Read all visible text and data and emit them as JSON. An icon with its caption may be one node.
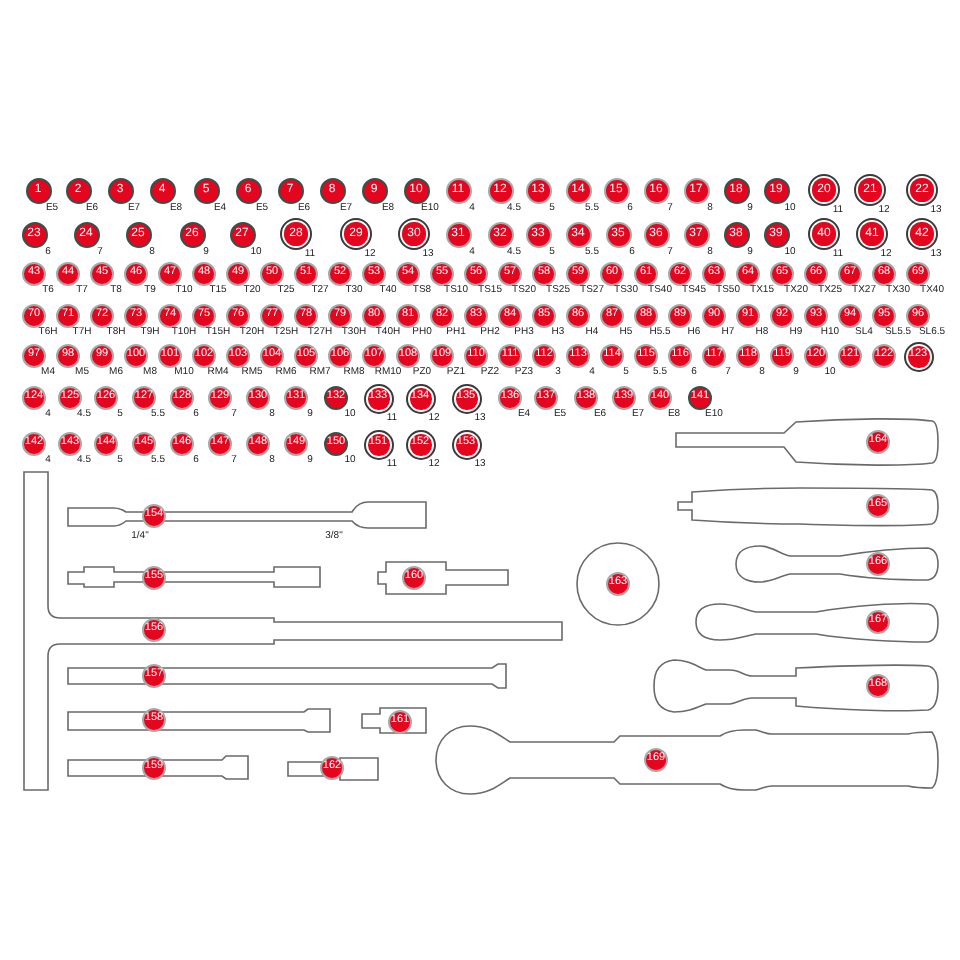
{
  "diagram": {
    "nodes": [
      {
        "text": [
          "1"
        ]
      },
      {
        "text": [
          "2"
        ]
      },
      {
        "text": [
          "3"
        ]
      },
      {
        "text": [
          "4"
        ]
      },
      {
        "text": [
          "5"
        ]
      },
      {
        "text": [
          "6"
        ]
      },
      {
        "text": [
          "7"
        ]
      },
      {
        "text": [
          "8"
        ]
      },
      {
        "text": [
          "9"
        ]
      },
      {
        "text": [
          "10"
        ]
      },
      {
        "text": [
          "11"
        ]
      },
      {
        "text": [
          "12"
        ]
      },
      {
        "text": [
          "13"
        ]
      },
      {
        "text": [
          "14"
        ]
      },
      {
        "text": [
          "15"
        ]
      },
      {
        "text": [
          "16"
        ]
      },
      {
        "text": [
          "17"
        ]
      },
      {
        "text": [
          "18"
        ]
      },
      {
        "text": [
          "19"
        ]
      },
      {
        "text": [
          "20"
        ]
      },
      {
        "text": [
          "21"
        ]
      },
      {
        "text": [
          "22"
        ]
      },
      {
        "text": [
          "23"
        ]
      },
      {
        "text": [
          "24"
        ]
      },
      {
        "text": [
          "25"
        ]
      },
      {
        "text": [
          "26"
        ]
      },
      {
        "text": [
          "27"
        ]
      },
      {
        "text": [
          "28"
        ]
      },
      {
        "text": [
          "29"
        ]
      },
      {
        "text": [
          "30"
        ]
      },
      {
        "text": [
          "31"
        ]
      },
      {
        "text": [
          "32"
        ]
      },
      {
        "text": [
          "33"
        ]
      },
      {
        "text": [
          "34"
        ]
      },
      {
        "text": [
          "35"
        ]
      },
      {
        "text": [
          "36"
        ]
      },
      {
        "text": [
          "37"
        ]
      },
      {
        "text": [
          "38"
        ]
      },
      {
        "text": [
          "39"
        ]
      },
      {
        "text": [
          "40"
        ]
      },
      {
        "text": [
          "41"
        ]
      },
      {
        "text": [
          "42"
        ]
      },
      {
        "text": [
          "43"
        ]
      },
      {
        "text": [
          "44"
        ]
      },
      {
        "text": [
          "45"
        ]
      },
      {
        "text": [
          "46"
        ]
      },
      {
        "text": [
          "47"
        ]
      },
      {
        "text": [
          "48"
        ]
      },
      {
        "text": [
          "49"
        ]
      },
      {
        "text": [
          "50"
        ]
      },
      {
        "text": [
          "51"
        ]
      },
      {
        "text": [
          "52"
        ]
      },
      {
        "text": [
          "53"
        ]
      },
      {
        "text": [
          "54"
        ]
      },
      {
        "text": [
          "55"
        ]
      },
      {
        "text": [
          "56"
        ]
      },
      {
        "text": [
          "57"
        ]
      },
      {
        "text": [
          "58"
        ]
      },
      {
        "text": [
          "59"
        ]
      },
      {
        "text": [
          "60"
        ]
      },
      {
        "text": [
          "61"
        ]
      },
      {
        "text": [
          "62"
        ]
      },
      {
        "text": [
          "63"
        ]
      },
      {
        "text": [
          "64"
        ]
      },
      {
        "text": [
          "65"
        ]
      },
      {
        "text": [
          "66"
        ]
      },
      {
        "text": [
          "67"
        ]
      },
      {
        "text": [
          "68"
        ]
      },
      {
        "text": [
          "69"
        ]
      },
      {
        "text": [
          "70"
        ]
      },
      {
        "text": [
          "71"
        ]
      },
      {
        "text": [
          "72"
        ]
      },
      {
        "text": [
          "73"
        ]
      },
      {
        "text": [
          "74"
        ]
      },
      {
        "text": [
          "75"
        ]
      },
      {
        "text": [
          "76"
        ]
      },
      {
        "text": [
          "77"
        ]
      },
      {
        "text": [
          "78"
        ]
      },
      {
        "text": [
          "79"
        ]
      },
      {
        "text": [
          "80"
        ]
      },
      {
        "text": [
          "81"
        ]
      },
      {
        "text": [
          "82"
        ]
      },
      {
        "text": [
          "83"
        ]
      },
      {
        "text": [
          "84"
        ]
      },
      {
        "text": [
          "85"
        ]
      },
      {
        "text": [
          "86"
        ]
      },
      {
        "text": [
          "87"
        ]
      },
      {
        "text": [
          "88"
        ]
      },
      {
        "text": [
          "89"
        ]
      },
      {
        "text": [
          "90"
        ]
      },
      {
        "text": [
          "91"
        ]
      },
      {
        "text": [
          "92"
        ]
      },
      {
        "text": [
          "93"
        ]
      },
      {
        "text": [
          "94"
        ]
      },
      {
        "text": [
          "95"
        ]
      },
      {
        "text": [
          "96"
        ]
      },
      {
        "text": [
          "97"
        ]
      },
      {
        "text": [
          "98"
        ]
      },
      {
        "text": [
          "99"
        ]
      },
      {
        "text": [
          "100"
        ]
      },
      {
        "text": [
          "101"
        ]
      },
      {
        "text": [
          "102"
        ]
      },
      {
        "text": [
          "103"
        ]
      },
      {
        "text": [
          "104"
        ]
      },
      {
        "text": [
          "105"
        ]
      },
      {
        "text": [
          "106"
        ]
      },
      {
        "text": [
          "107"
        ]
      },
      {
        "text": [
          "108"
        ]
      },
      {
        "text": [
          "109"
        ]
      },
      {
        "text": [
          "110"
        ]
      },
      {
        "text": [
          "111"
        ]
      },
      {
        "text": [
          "112"
        ]
      },
      {
        "text": [
          "113"
        ]
      },
      {
        "text": [
          "114"
        ]
      },
      {
        "text": [
          "115"
        ]
      },
      {
        "text": [
          "116"
        ]
      },
      {
        "text": [
          "117"
        ]
      },
      {
        "text": [
          "118"
        ]
      },
      {
        "text": [
          "119"
        ]
      },
      {
        "text": [
          "120"
        ]
      },
      {
        "text": [
          "121"
        ]
      },
      {
        "text": [
          "122"
        ]
      },
      {
        "text": [
          "123"
        ]
      },
      {
        "text": [
          "124"
        ]
      },
      {
        "text": [
          "125"
        ]
      },
      {
        "text": [
          "126"
        ]
      },
      {
        "text": [
          "127"
        ]
      },
      {
        "text": [
          "128"
        ]
      },
      {
        "text": [
          "129"
        ]
      },
      {
        "text": [
          "130"
        ]
      },
      {
        "text": [
          "131"
        ]
      },
      {
        "text": [
          "132"
        ]
      },
      {
        "text": [
          "133"
        ]
      },
      {
        "text": [
          "134"
        ]
      },
      {
        "text": [
          "135"
        ]
      },
      {
        "text": [
          "136"
        ]
      },
      {
        "text": [
          "137"
        ]
      },
      {
        "text": [
          "138"
        ]
      },
      {
        "text": [
          "139"
        ]
      },
      {
        "text": [
          "140"
        ]
      },
      {
        "text": [
          "141"
        ]
      },
      {
        "text": [
          "142"
        ]
      },
      {
        "text": [
          "143"
        ]
      },
      {
        "text": [
          "144"
        ]
      },
      {
        "text": [
          "145"
        ]
      },
      {
        "text": [
          "146"
        ]
      },
      {
        "text": [
          "147"
        ]
      },
      {
        "text": [
          "148"
        ]
      },
      {
        "text": [
          "149"
        ]
      },
      {
        "text": [
          "150"
        ]
      },
      {
        "text": [
          "151"
        ]
      },
      {
        "text": [
          "152"
        ]
      },
      {
        "text": [
          "153"
        ]
      },
      {
        "text": [
          "154"
        ]
      },
      {
        "text": [
          "155"
        ]
      },
      {
        "text": [
          "156"
        ]
      },
      {
        "text": [
          "157"
        ]
      },
      {
        "text": [
          "158"
        ]
      },
      {
        "text": [
          "159"
        ]
      },
      {
        "text": [
          "160"
        ]
      },
      {
        "text": [
          "161"
        ]
      },
      {
        "text": [
          "162"
        ]
      },
      {
        "text": [
          "163"
        ]
      },
      {
        "text": [
          "164"
        ]
      },
      {
        "text": [
          "165"
        ]
      },
      {
        "text": [
          "166"
        ]
      },
      {
        "text": [
          "167"
        ]
      },
      {
        "text": [
          "168"
        ]
      },
      {
        "text": [
          "169"
        ]
      }
    ],
    "labels": [
      "E5",
      "E6",
      "E7",
      "E8",
      "E4",
      "E5",
      "E6",
      "E7",
      "E8",
      "E10",
      "4",
      "4.5",
      "5",
      "5.5",
      "6",
      "7",
      "8",
      "9",
      "10",
      "11",
      "12",
      "13",
      "6",
      "7",
      "8",
      "9",
      "10",
      "11",
      "12",
      "13",
      "4",
      "4.5",
      "5",
      "5.5",
      "6",
      "7",
      "8",
      "9",
      "10",
      "11",
      "12",
      "13",
      "T6",
      "T7",
      "T8",
      "T9",
      "T10",
      "T15",
      "T20",
      "T25",
      "T27",
      "T30",
      "T40",
      "TS8",
      "TS10",
      "TS15",
      "TS20",
      "TS25",
      "TS27",
      "TS30",
      "TS40",
      "TS45",
      "TS50",
      "TX15",
      "TX20",
      "TX25",
      "TX27",
      "TX30",
      "TX40",
      "T6H",
      "T7H",
      "T8H",
      "T9H",
      "T10H",
      "T15H",
      "T20H",
      "T25H",
      "T27H",
      "T30H",
      "T40H",
      "PH0",
      "PH1",
      "PH2",
      "PH3",
      "H3",
      "H4",
      "H5",
      "H5.5",
      "H6",
      "H7",
      "H8",
      "H9",
      "H10",
      "SL4",
      "SL5.5",
      "SL6.5",
      "M4",
      "M5",
      "M6",
      "M8",
      "M10",
      "RM4",
      "RM5",
      "RM6",
      "RM7",
      "RM8",
      "RM10",
      "PZ0",
      "PZ1",
      "PZ2",
      "PZ3",
      "3",
      "4",
      "5",
      "5.5",
      "6",
      "7",
      "8",
      "9",
      "10",
      "4",
      "4.5",
      "5",
      "5.5",
      "6",
      "7",
      "8",
      "9",
      "10",
      "11",
      "12",
      "13",
      "E4",
      "E5",
      "E6",
      "E7",
      "E8",
      "E10",
      "4",
      "4.5",
      "5",
      "5.5",
      "6",
      "7",
      "8",
      "9",
      "10",
      "11",
      "12",
      "13",
      "1/4\"",
      "3/8\""
    ]
  }
}
